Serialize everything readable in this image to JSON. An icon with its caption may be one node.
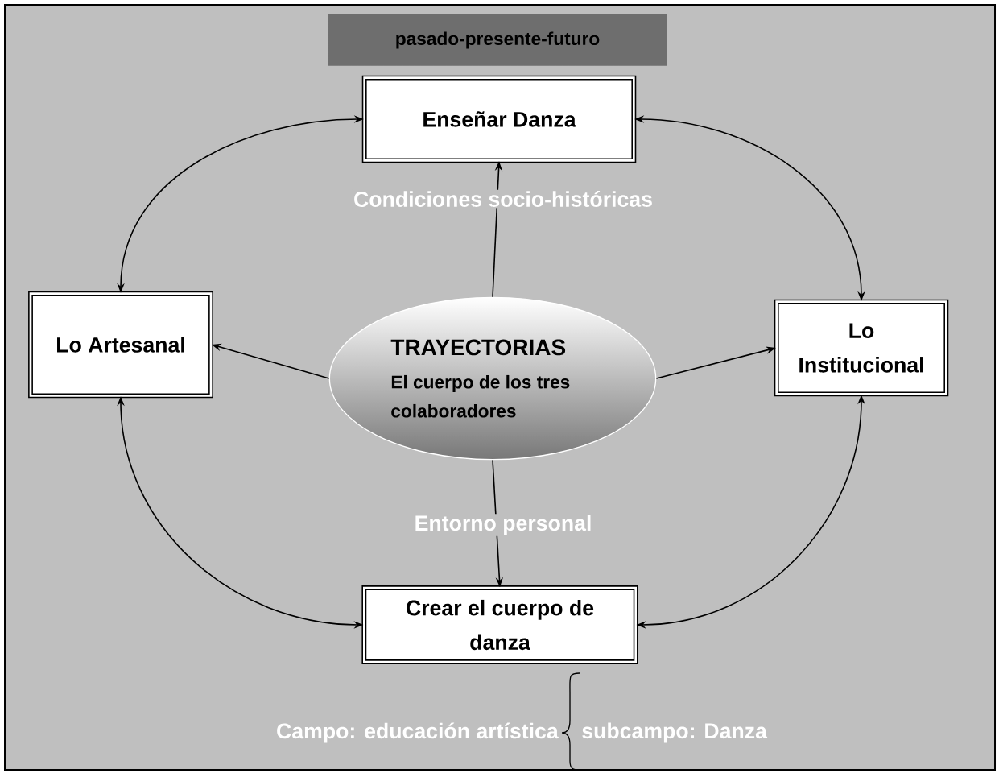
{
  "diagram": {
    "nodes": [
      {
        "text": [
          "pasado-presente-futuro"
        ]
      },
      {
        "text": [
          "Enseñar Danza"
        ]
      },
      {
        "text": [
          "Lo Artesanal"
        ]
      },
      {
        "text": [
          "TRAYECTORIAS",
          "El cuerpo de los tres colaboradores"
        ]
      },
      {
        "text": [
          "Lo Institucional"
        ]
      },
      {
        "text": [
          "Crear el cuerpo de danza"
        ]
      }
    ],
    "edges": [
      {
        "from": 3,
        "to": 1,
        "arrow": "to",
        "label": "Condiciones socio-históricas"
      },
      {
        "from": 3,
        "to": 2,
        "arrow": "to"
      },
      {
        "from": 3,
        "to": 4,
        "arrow": "to"
      },
      {
        "from": 3,
        "to": 5,
        "arrow": "to",
        "label": "Entorno personal"
      },
      {
        "from": 1,
        "to": 2,
        "arrow": "both"
      },
      {
        "from": 1,
        "to": 4,
        "arrow": "both"
      },
      {
        "from": 2,
        "to": 5,
        "arrow": "both"
      },
      {
        "from": 4,
        "to": 5,
        "arrow": "both"
      }
    ],
    "labels": [
      "Campo: educación artística",
      "subcampo: Danza"
    ]
  }
}
